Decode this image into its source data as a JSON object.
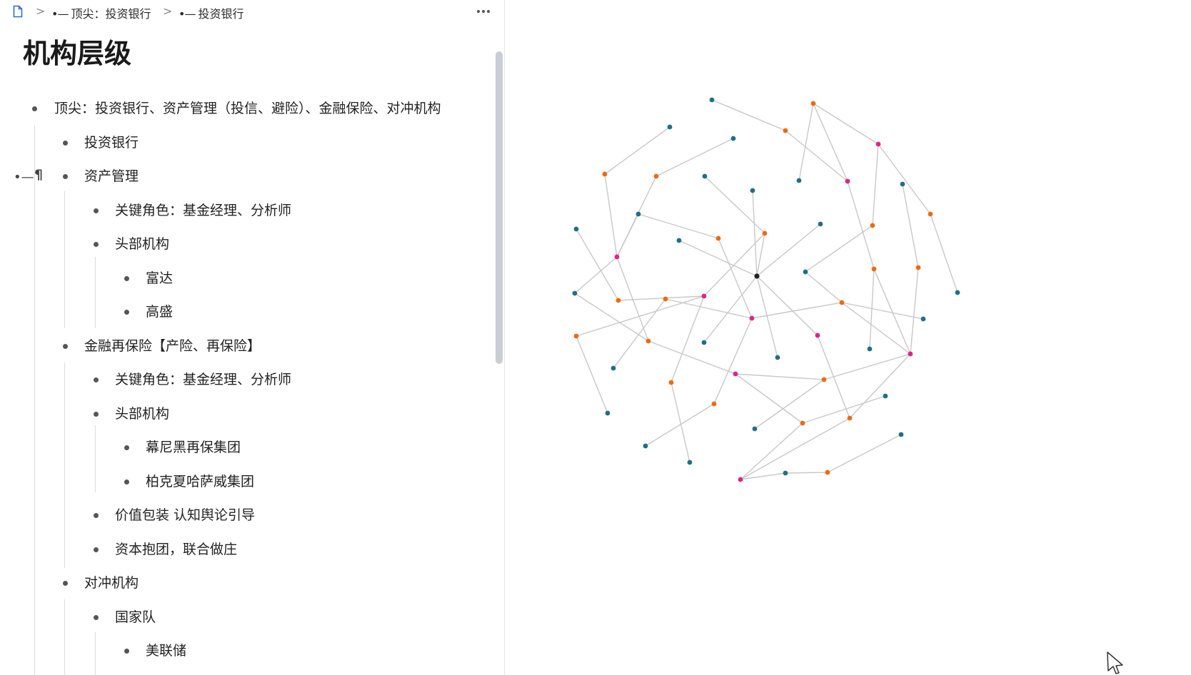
{
  "breadcrumb": {
    "items": [
      "顶尖：投资银行",
      "投资银行"
    ],
    "bullet_glyph": "•—"
  },
  "page": {
    "title": "机构层级"
  },
  "outline": {
    "handle_glyph": "•—",
    "pilcrow_glyph": "¶",
    "items": [
      {
        "text": "顶尖：投资银行、资产管理（投信、避险）、金融保险、对冲机构",
        "level": 0
      },
      {
        "text": "投资银行",
        "level": 1
      },
      {
        "text": "资产管理",
        "level": 1
      },
      {
        "text": "关键角色：基金经理、分析师",
        "level": 2
      },
      {
        "text": "头部机构",
        "level": 2
      },
      {
        "text": "富达",
        "level": 3
      },
      {
        "text": "高盛",
        "level": 3
      },
      {
        "text": "金融再保险【产险、再保险】",
        "level": 1
      },
      {
        "text": "关键角色：基金经理、分析师",
        "level": 2
      },
      {
        "text": "头部机构",
        "level": 2
      },
      {
        "text": "幕尼黑再保集团",
        "level": 3
      },
      {
        "text": "柏克夏哈萨威集团",
        "level": 3
      },
      {
        "text": "价值包装 认知舆论引导",
        "level": 2
      },
      {
        "text": "资本抱团，联合做庄",
        "level": 2
      },
      {
        "text": "对冲机构",
        "level": 1
      },
      {
        "text": "国家队",
        "level": 2
      },
      {
        "text": "美联储",
        "level": 3
      }
    ]
  },
  "graph": {
    "center_label": " ",
    "colors": {
      "teal": "#1f6f86",
      "orange": "#ee6a12",
      "pink": "#e0228c",
      "center": "#222222",
      "edge": "#c8c8c8"
    }
  }
}
